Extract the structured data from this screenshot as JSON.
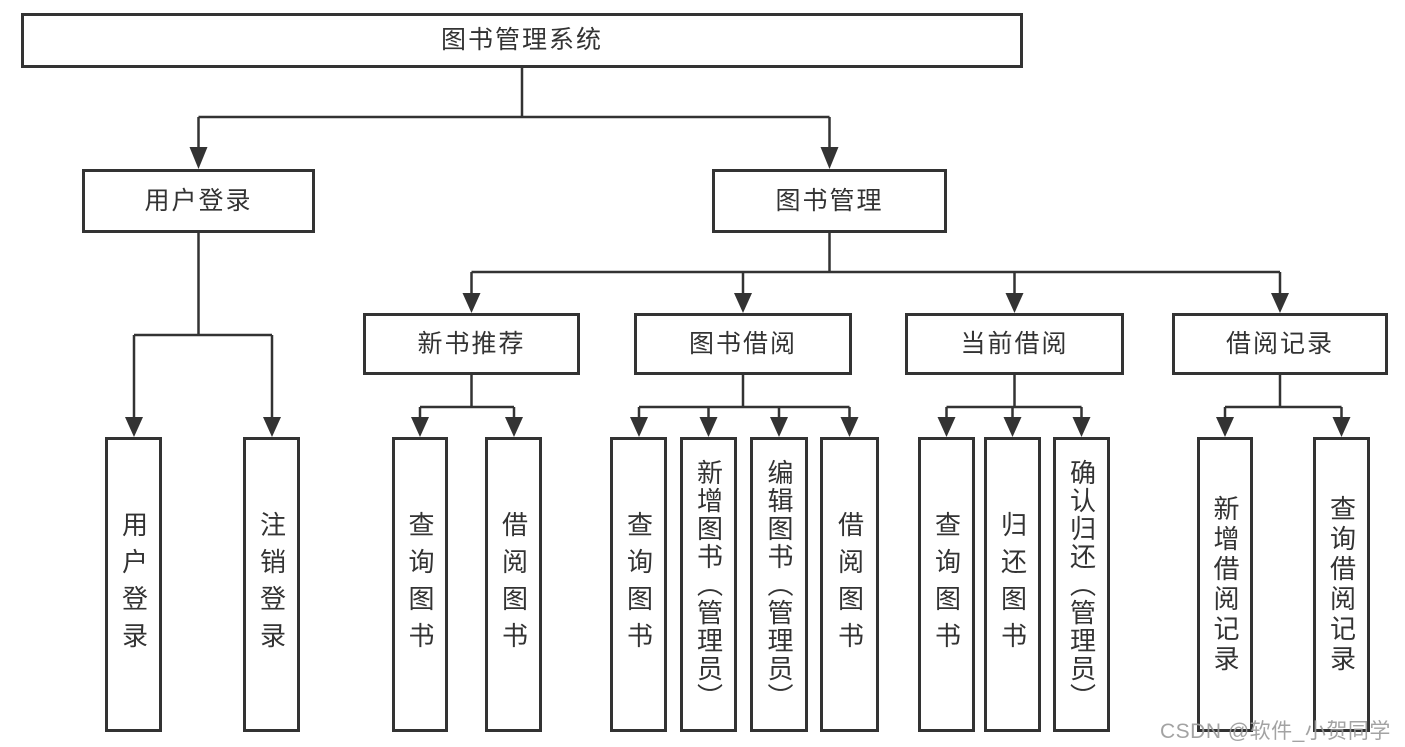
{
  "diagram": {
    "type": "hierarchy",
    "root": {
      "label": "图书管理系统",
      "children": [
        {
          "label": "用户登录",
          "children": [
            {
              "label": "用户登录"
            },
            {
              "label": "注销登录"
            }
          ]
        },
        {
          "label": "图书管理",
          "children": [
            {
              "label": "新书推荐",
              "children": [
                {
                  "label": "查询图书"
                },
                {
                  "label": "借阅图书"
                }
              ]
            },
            {
              "label": "图书借阅",
              "children": [
                {
                  "label": "查询图书"
                },
                {
                  "label": "新增图书（管理员）"
                },
                {
                  "label": "编辑图书（管理员）"
                },
                {
                  "label": "借阅图书"
                }
              ]
            },
            {
              "label": "当前借阅",
              "children": [
                {
                  "label": "查询图书"
                },
                {
                  "label": "归还图书"
                },
                {
                  "label": "确认归还（管理员）"
                }
              ]
            },
            {
              "label": "借阅记录",
              "children": [
                {
                  "label": "新增借阅记录"
                },
                {
                  "label": "查询借阅记录"
                }
              ]
            }
          ]
        }
      ]
    }
  },
  "watermark": {
    "text": "CSDN @软件_小贺同学"
  },
  "colors": {
    "background": "#ffffff",
    "line": "#333333",
    "text": "#333333",
    "watermark": "#9b9b9b"
  }
}
